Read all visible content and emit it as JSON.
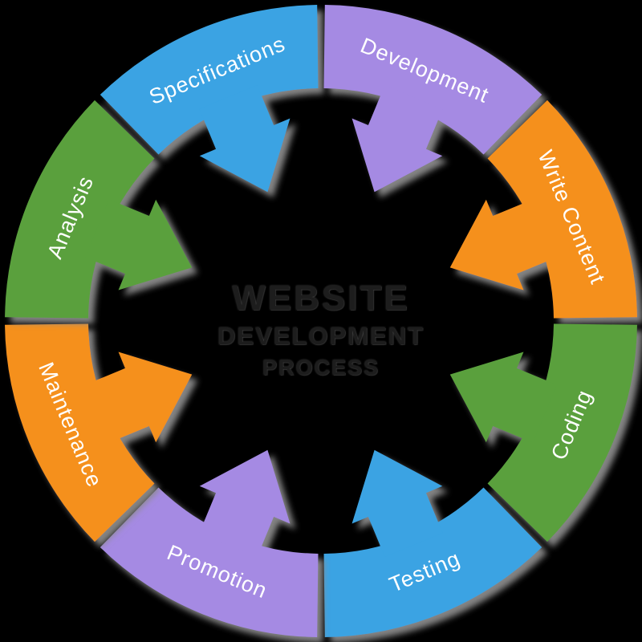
{
  "title": {
    "line1": "WEBSITE",
    "line2": "DEVELOPMENT",
    "line3": "PROCESS"
  },
  "wheel": {
    "background_color": "#000000",
    "shadow_color": "#8A8A8A",
    "label_color": "#FFFFFF",
    "segments": [
      {
        "label": "Specifications",
        "color": "#3AA3E3",
        "mid_angle": 112.5,
        "label_rotation": -22.5
      },
      {
        "label": "Development",
        "color": "#A58AE3",
        "mid_angle": 67.5,
        "label_rotation": 22.5
      },
      {
        "label": "Write Content",
        "color": "#F5901F",
        "mid_angle": 22.5,
        "label_rotation": 67.5
      },
      {
        "label": "Coding",
        "color": "#5AA03E",
        "mid_angle": -22.5,
        "label_rotation": -67.5
      },
      {
        "label": "Testing",
        "color": "#3AA3E3",
        "mid_angle": -67.5,
        "label_rotation": -22.5
      },
      {
        "label": "Promotion",
        "color": "#A58AE3",
        "mid_angle": -112.5,
        "label_rotation": 22.5
      },
      {
        "label": "Maintenance",
        "color": "#F5901F",
        "mid_angle": -157.5,
        "label_rotation": 67.5
      },
      {
        "label": "Analysis",
        "color": "#5AA03E",
        "mid_angle": 157.5,
        "label_rotation": -67.5
      }
    ]
  }
}
